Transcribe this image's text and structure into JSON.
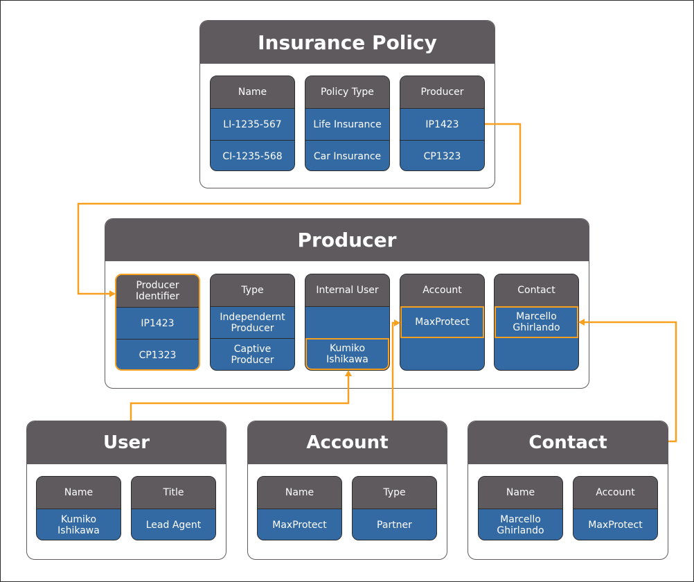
{
  "colors": {
    "header": "#5f5a5e",
    "cell": "#336aa3",
    "link": "#f7a020"
  },
  "insurance_policy": {
    "title": "Insurance Policy",
    "name": {
      "header": "Name",
      "values": [
        "LI-1235-567",
        "CI-1235-568"
      ]
    },
    "policy_type": {
      "header": "Policy Type",
      "values": [
        "Life Insurance",
        "Car Insurance"
      ]
    },
    "producer": {
      "header": "Producer",
      "values": [
        "IP1423",
        "CP1323"
      ]
    }
  },
  "producer": {
    "title": "Producer",
    "identifier": {
      "header": "Producer Identifier",
      "values": [
        "IP1423",
        "CP1323"
      ]
    },
    "type": {
      "header": "Type",
      "values": [
        "Independernt Producer",
        "Captive Producer"
      ]
    },
    "internal_user": {
      "header": "Internal User",
      "values": [
        "",
        "Kumiko Ishikawa"
      ]
    },
    "account": {
      "header": "Account",
      "values": [
        "MaxProtect",
        ""
      ]
    },
    "contact": {
      "header": "Contact",
      "values": [
        "Marcello Ghirlando",
        ""
      ]
    }
  },
  "user": {
    "title": "User",
    "name": {
      "header": "Name",
      "values": [
        "Kumiko Ishikawa"
      ]
    },
    "job_title": {
      "header": "Title",
      "values": [
        "Lead Agent"
      ]
    }
  },
  "account": {
    "title": "Account",
    "name": {
      "header": "Name",
      "values": [
        "MaxProtect"
      ]
    },
    "type": {
      "header": "Type",
      "values": [
        "Partner"
      ]
    }
  },
  "contact": {
    "title": "Contact",
    "name": {
      "header": "Name",
      "values": [
        "Marcello Ghirlando"
      ]
    },
    "account": {
      "header": "Account",
      "values": [
        "MaxProtect"
      ]
    }
  }
}
